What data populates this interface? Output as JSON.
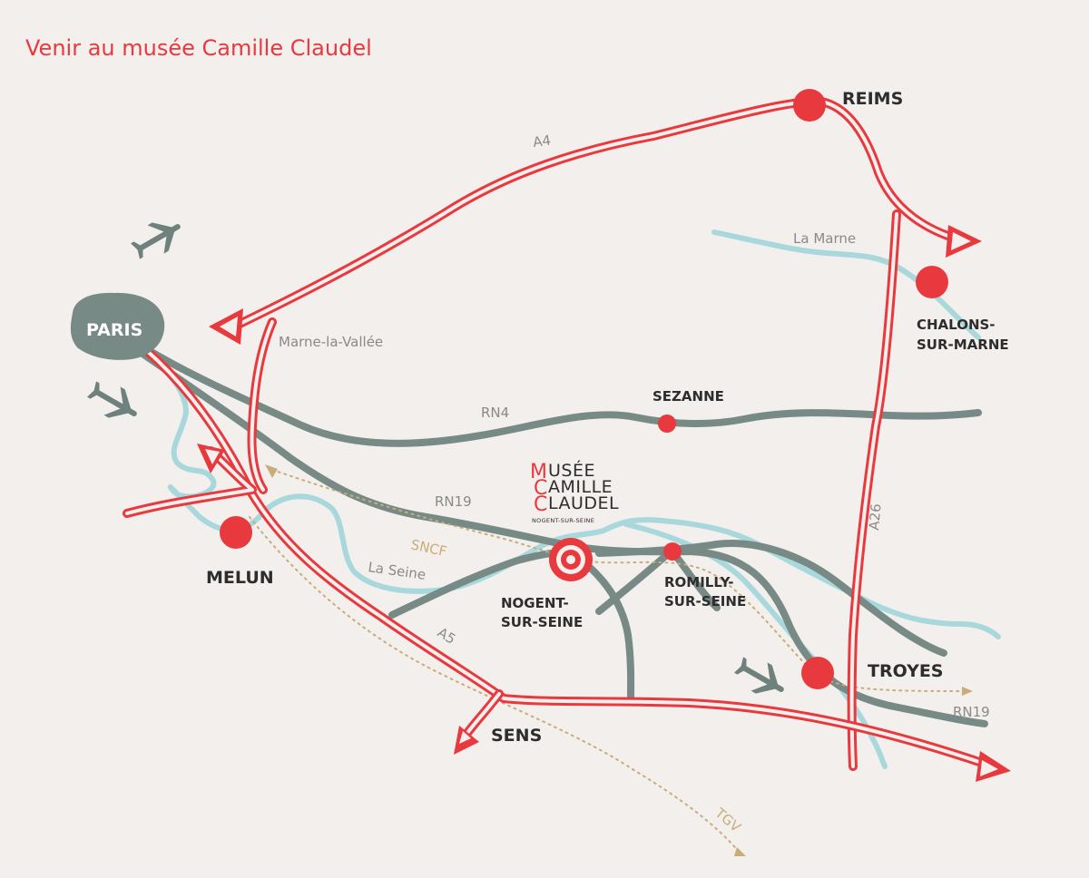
{
  "title": "Venir au musée Camille Claudel",
  "cities": {
    "paris": "PARIS",
    "reims": "REIMS",
    "chalons_line1": "CHALONS-",
    "chalons_line2": "SUR-MARNE",
    "sezanne": "SEZANNE",
    "melun": "MELUN",
    "nogent_line1": "NOGENT-",
    "nogent_line2": "SUR-SEINE",
    "romilly_line1": "ROMILLY-",
    "romilly_line2": "SUR-SEINE",
    "troyes": "TROYES",
    "sens": "SENS"
  },
  "roads": {
    "a4": "A4",
    "a5": "A5",
    "a26": "A26",
    "rn4": "RN4",
    "rn19_west": "RN19",
    "rn19_east": "RN19",
    "marne_la_vallee": "Marne-la-Vallée"
  },
  "rivers": {
    "marne": "La Marne",
    "seine": "La Seine"
  },
  "rail": {
    "sncf": "SNCF",
    "tgv": "TGV"
  },
  "logo": {
    "line1_initial": "M",
    "line1_rest": "USÉE",
    "line2_initial": "C",
    "line2_rest": "AMILLE",
    "line3_initial": "C",
    "line3_rest": "LAUDEL",
    "subtitle": "NOGENT-SUR-SEINE"
  },
  "icons": [
    "airplane-icon",
    "airplane-icon",
    "airplane-icon",
    "museum-target-icon"
  ],
  "colors": {
    "highway": "#e8393f",
    "national_road": "#778a86",
    "river": "#a8d8dc",
    "rail": "#c8ad78",
    "background": "#f3efec",
    "city_dot": "#e8393f"
  }
}
